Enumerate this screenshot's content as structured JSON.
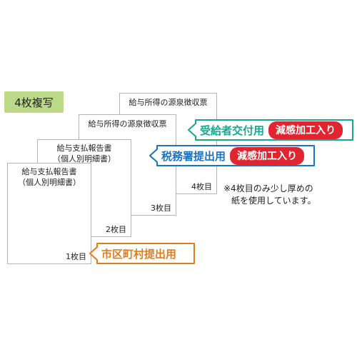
{
  "badge": {
    "label": "4枚複写",
    "color": "#bcd98a"
  },
  "sheets": [
    {
      "title_lines": [
        "給与支払報告書",
        "（個人別明細書）"
      ],
      "number": "1枚目"
    },
    {
      "title_lines": [
        "給与支払報告書",
        "（個人別明細書）"
      ],
      "number": "2枚目"
    },
    {
      "title_lines": [
        "給与所得の源泉徴収票"
      ],
      "number": "3枚目"
    },
    {
      "title_lines": [
        "給与所得の源泉徴収票"
      ],
      "number": "4枚目"
    }
  ],
  "callouts": {
    "recipient": {
      "text": "受給者交付用",
      "badge": "減感加工入り",
      "color": "#17a88e"
    },
    "tax_office": {
      "text": "税務署提出用",
      "badge": "減感加工入り",
      "color": "#1c73bf"
    },
    "municipality": {
      "text": "市区町村提出用",
      "color": "#e07c1c"
    }
  },
  "badge_color": "#e02430",
  "note": {
    "lines": [
      "※4枚目のみ少し厚めの",
      "紙を使用しています。"
    ]
  }
}
